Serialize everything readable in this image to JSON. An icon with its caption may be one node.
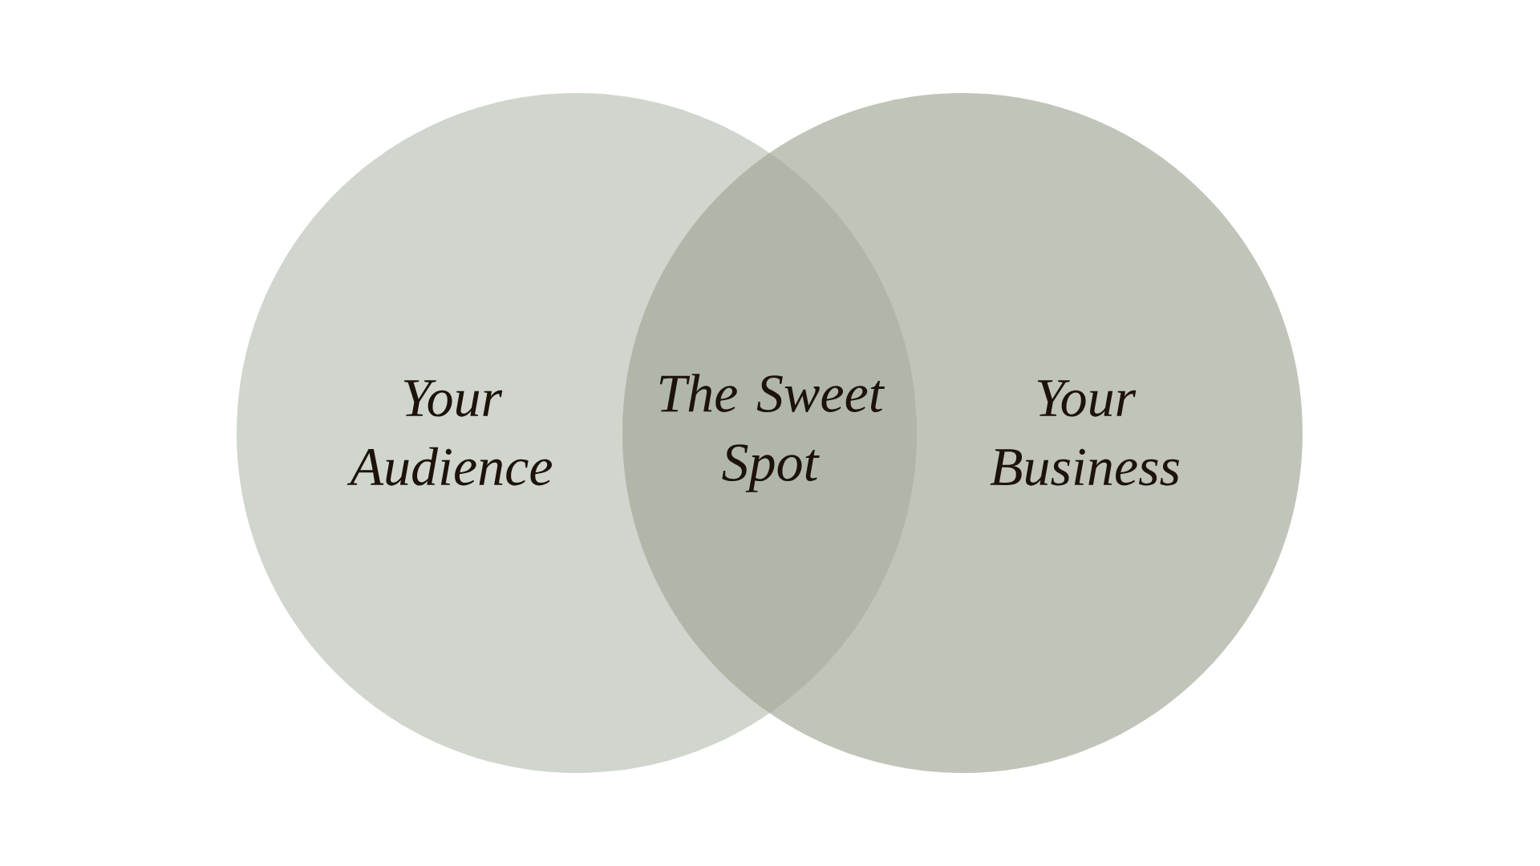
{
  "diagram": {
    "nodes": [
      {
        "text": [
          "Your Audience"
        ]
      },
      {
        "text": [
          "Your Business"
        ]
      },
      {
        "text": [
          "The Sweet Spot"
        ]
      }
    ]
  }
}
